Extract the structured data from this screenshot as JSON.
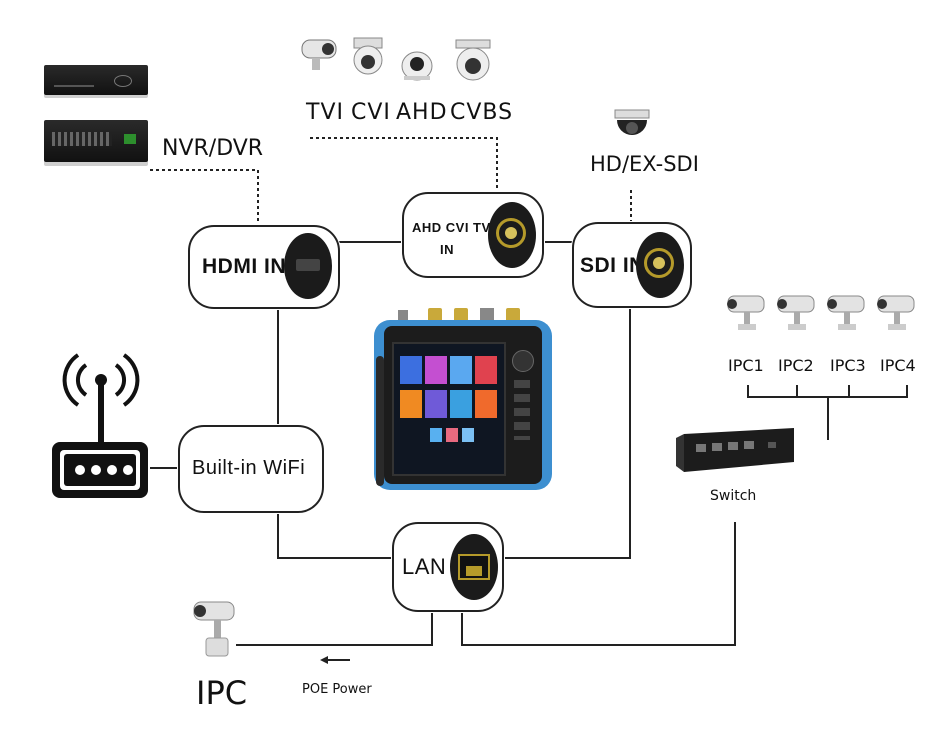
{
  "nodes": {
    "hdmi_in": "HDMI IN",
    "analog_in_line1": "AHD CVI TVI",
    "analog_in_line2": "IN",
    "sdi_in": "SDI IN",
    "wifi": "Built-in WiFi",
    "lan": "LAN"
  },
  "devices": {
    "nvr_dvr": "NVR/DVR",
    "hd_ex_sdi": "HD/EX-SDI",
    "switch": "Switch",
    "ipc_bottom": "IPC",
    "poe_power": "POE Power"
  },
  "camera_types": [
    "TVI",
    "CVI",
    "AHD",
    "CVBS"
  ],
  "ipc_cameras": [
    "IPC1",
    "IPC2",
    "IPC3",
    "IPC4"
  ],
  "colors": {
    "tester_frame": "#3d8fd0",
    "line": "#222222",
    "port_gold": "#b59a2a"
  }
}
